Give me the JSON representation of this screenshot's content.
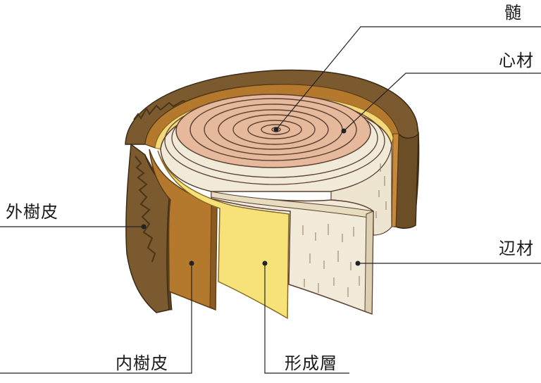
{
  "labels": {
    "pith": "髄",
    "heartwood": "心材",
    "outer_bark": "外樹皮",
    "sapwood": "辺材",
    "inner_bark": "内樹皮",
    "cambium": "形成層"
  },
  "colors": {
    "outer_bark": "#7a5a2e",
    "outer_bark_dark": "#5b4220",
    "inner_bark": "#b5792e",
    "cambium": "#f7e27a",
    "sapwood": "#f2ead8",
    "heartwood": "#e6b99c",
    "ring_line": "#5a4030",
    "leader_line": "#222222"
  }
}
